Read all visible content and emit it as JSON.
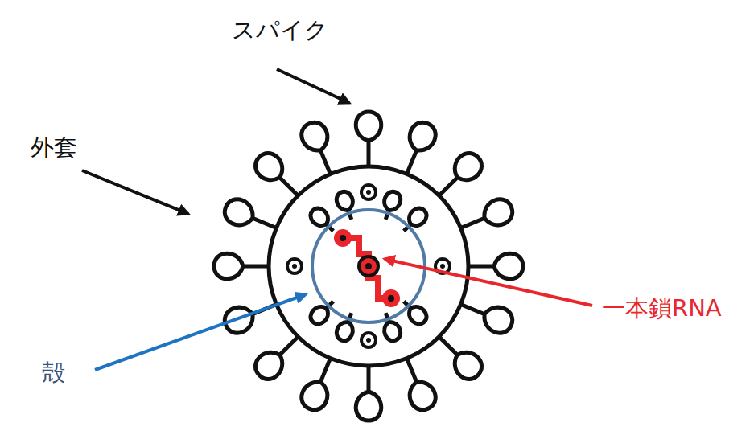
{
  "diagram": {
    "labels": [
      "スパイク",
      "外套",
      "殻",
      "一本鎖RNA"
    ]
  }
}
